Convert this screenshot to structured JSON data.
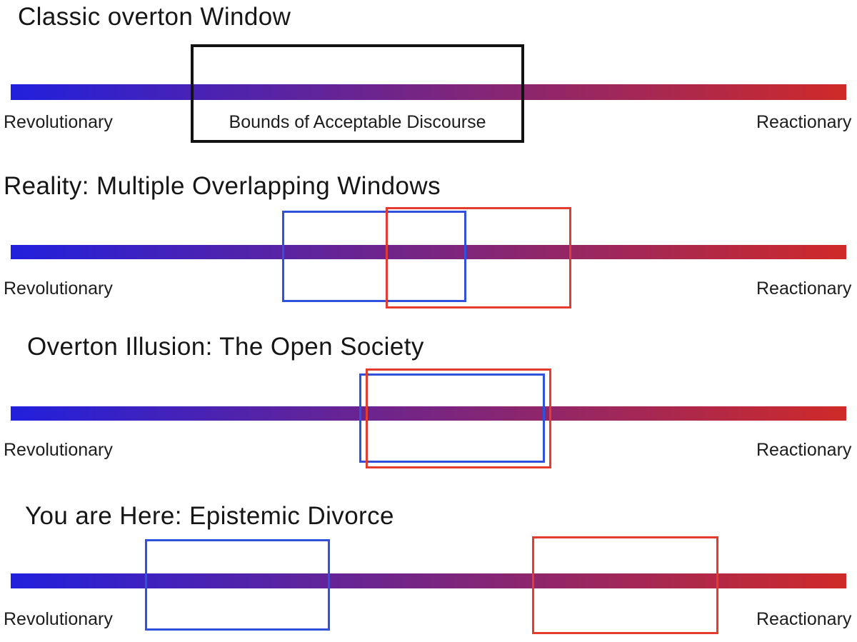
{
  "diagram": {
    "type": "overton-window-comparison",
    "axis": {
      "left_end": "Revolutionary",
      "right_end": "Reactionary"
    },
    "colors": {
      "spectrum_left": "#2120dd",
      "spectrum_right": "#cf2a28",
      "classic_window_border": "#121212",
      "blue_window_border": "#3251db",
      "red_window_border": "#e33b2d",
      "text": "#1b1b1b",
      "background": "#ffffff"
    }
  },
  "panels": [
    {
      "title": "Classic overton Window",
      "left_label": "Revolutionary",
      "right_label": "Reactionary",
      "window_label": "Bounds of Acceptable Discourse"
    },
    {
      "title": "Reality: Multiple Overlapping Windows",
      "left_label": "Revolutionary",
      "right_label": "Reactionary"
    },
    {
      "title": "Overton Illusion: The Open Society",
      "left_label": "Revolutionary",
      "right_label": "Reactionary"
    },
    {
      "title": "You are Here: Epistemic Divorce",
      "left_label": "Revolutionary",
      "right_label": "Reactionary"
    }
  ]
}
